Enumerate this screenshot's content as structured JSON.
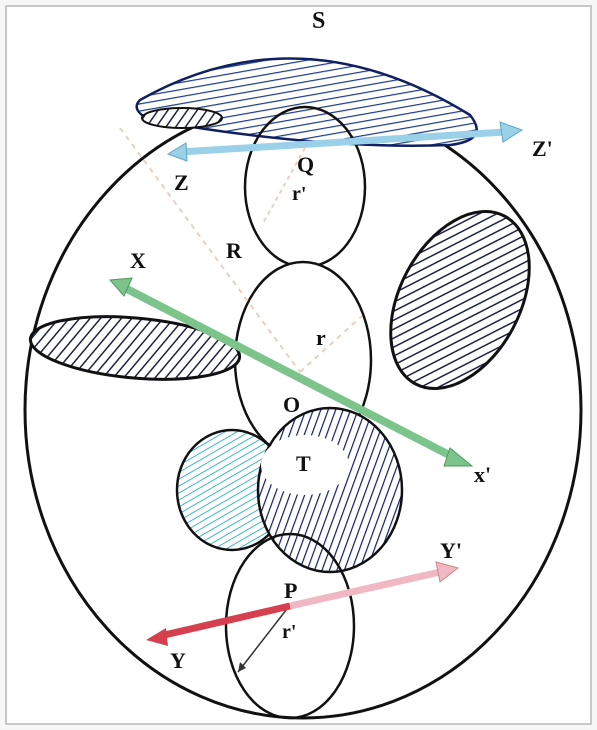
{
  "diagram": {
    "labels": {
      "S": "S",
      "Z": "Z",
      "Z_prime": "Z'",
      "Q": "Q",
      "r_prime_top": "r'",
      "R": "R",
      "X": "X",
      "r": "r",
      "O": "O",
      "X_prime": "x'",
      "T": "T",
      "Y_prime": "Y'",
      "P": "P",
      "r_prime_bottom": "r'",
      "Y": "Y"
    },
    "colors": {
      "outline": "#111111",
      "hatch_dark": "#1c2340",
      "hatch_blue": "#1a3a8a",
      "hatch_cyan": "#2aa9d8",
      "axis_z": "#9ad0e8",
      "axis_x": "#7cc38c",
      "axis_y_dark": "#d6404e",
      "axis_y_light": "#f1b8c4",
      "dashed_line": "#e7d0c0",
      "background": "#f7f7f7"
    }
  }
}
